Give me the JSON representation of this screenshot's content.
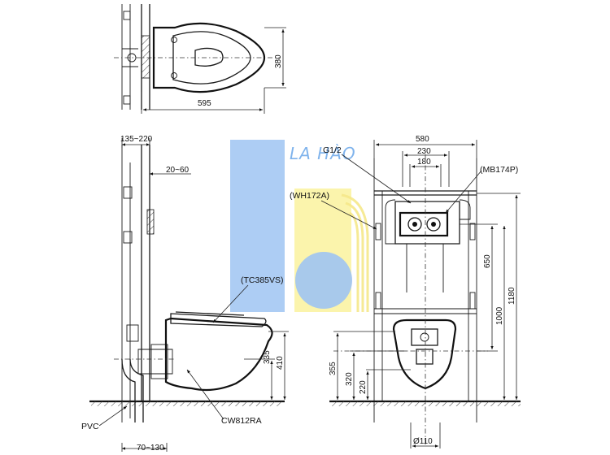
{
  "watermark": {
    "text": "LA HÀO",
    "colors": {
      "blue": "#9fc4f2",
      "yellow": "#fbf3a3"
    }
  },
  "top_view": {
    "width_dim": "595",
    "depth_dim": "380"
  },
  "side_view": {
    "dims": {
      "top_range": "135~220",
      "offset": "20~60",
      "h335": "335",
      "h410": "410",
      "bottom_range": "70~130"
    },
    "labels": {
      "seat": "(TC385VS)",
      "bowl": "CW812RA",
      "pipe": "PVC"
    }
  },
  "front_view": {
    "dims": {
      "w580": "580",
      "w230": "230",
      "w180": "180",
      "h650": "650",
      "h1000": "1000",
      "h1180": "1180",
      "h355": "355",
      "h320": "320",
      "h220": "220",
      "d110": "Ø110"
    },
    "labels": {
      "inlet": "G1/2",
      "flush_plate": "(MB174P)",
      "frame": "(WH172A)"
    }
  }
}
